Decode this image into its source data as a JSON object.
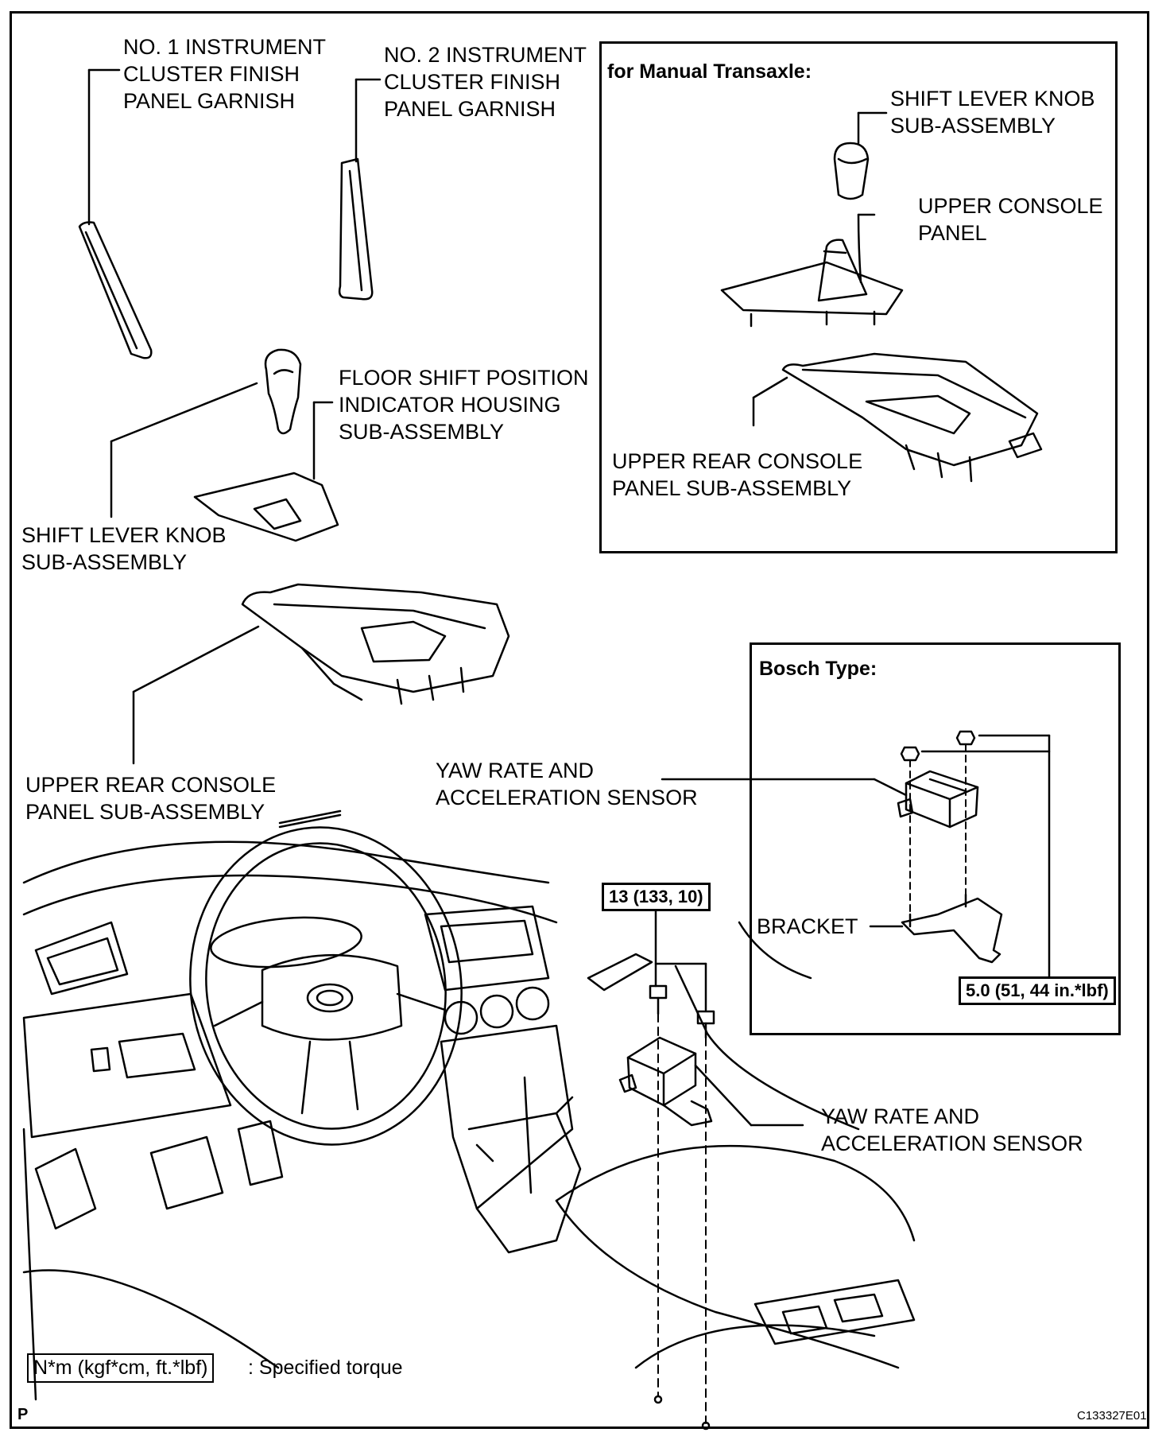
{
  "labels": {
    "no1_garnish": [
      "NO. 1 INSTRUMENT",
      "CLUSTER FINISH",
      "PANEL GARNISH"
    ],
    "no2_garnish": [
      "NO. 2 INSTRUMENT",
      "CLUSTER FINISH",
      "PANEL GARNISH"
    ],
    "floor_shift": [
      "FLOOR SHIFT POSITION",
      "INDICATOR HOUSING",
      "SUB-ASSEMBLY"
    ],
    "shift_knob": [
      "SHIFT LEVER KNOB",
      "SUB-ASSEMBLY"
    ],
    "upper_rear_console": [
      "UPPER REAR CONSOLE",
      "PANEL SUB-ASSEMBLY"
    ],
    "yaw_sensor_top": [
      "YAW RATE AND",
      "ACCELERATION SENSOR"
    ],
    "yaw_sensor_bottom": [
      "YAW RATE AND",
      "ACCELERATION SENSOR"
    ]
  },
  "manual_box": {
    "title": "for Manual Transaxle:",
    "shift_knob": [
      "SHIFT LEVER KNOB",
      "SUB-ASSEMBLY"
    ],
    "upper_console": [
      "UPPER CONSOLE",
      "PANEL"
    ],
    "upper_rear_console": [
      "UPPER REAR CONSOLE",
      "PANEL SUB-ASSEMBLY"
    ]
  },
  "bosch_box": {
    "title": "Bosch Type:",
    "bracket": "BRACKET",
    "torque": "5.0 (51, 44 in.*lbf)"
  },
  "torque_main": "13 (133, 10)",
  "legend": {
    "box_text": "N*m (kgf*cm, ft.*lbf)",
    "text": ": Specified torque"
  },
  "corner_tag": "P",
  "figure_id": "C133327E01"
}
